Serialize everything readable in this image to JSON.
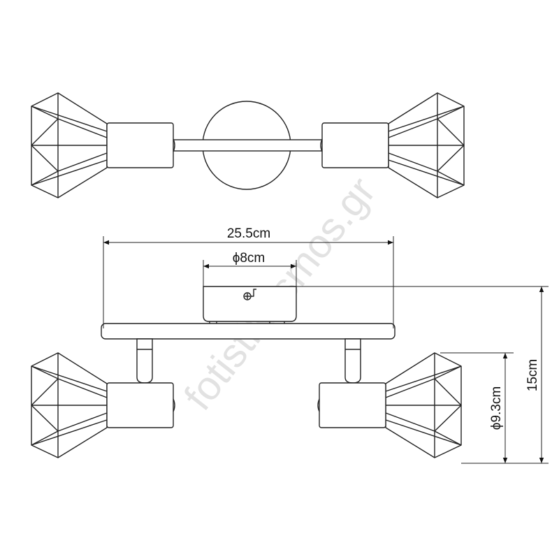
{
  "dimensions": {
    "total_width": "25.5cm",
    "canopy_diameter": "ϕ8cm",
    "shade_diameter": "ϕ9.3cm",
    "total_height": "15cm"
  },
  "watermark": "fotistikosmos.gr",
  "colors": {
    "line": "#222222",
    "watermark": "#e2e2e2"
  }
}
